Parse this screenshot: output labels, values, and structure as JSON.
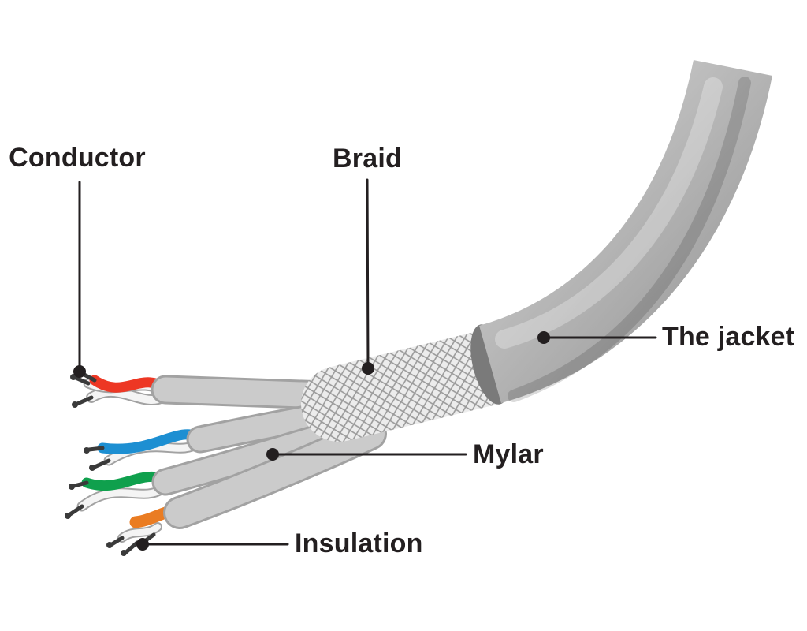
{
  "diagram": {
    "labels": {
      "conductor": "Conductor",
      "braid": "Braid",
      "jacket": "The jacket",
      "mylar": "Mylar",
      "insulation": "Insulation"
    },
    "colors": {
      "label_text": "#231f20",
      "leader": "#231f20",
      "jacket_light": "#c9c9c9",
      "jacket_mid": "#a6a6a6",
      "jacket_dark": "#878787",
      "jacket_rim": "#7a7a7a",
      "braid_bg": "#ececec",
      "braid_mesh": "#9a9a9a",
      "mylar_fill": "#cbcbcb",
      "mylar_edge": "#a2a2a2",
      "wire_red": "#ed3724",
      "wire_blue": "#1d8fd2",
      "wire_green": "#0fa04d",
      "wire_orange": "#ea7c22",
      "wire_white": "#f4f4f4",
      "conductor_tip": "#3a3a3a"
    }
  }
}
